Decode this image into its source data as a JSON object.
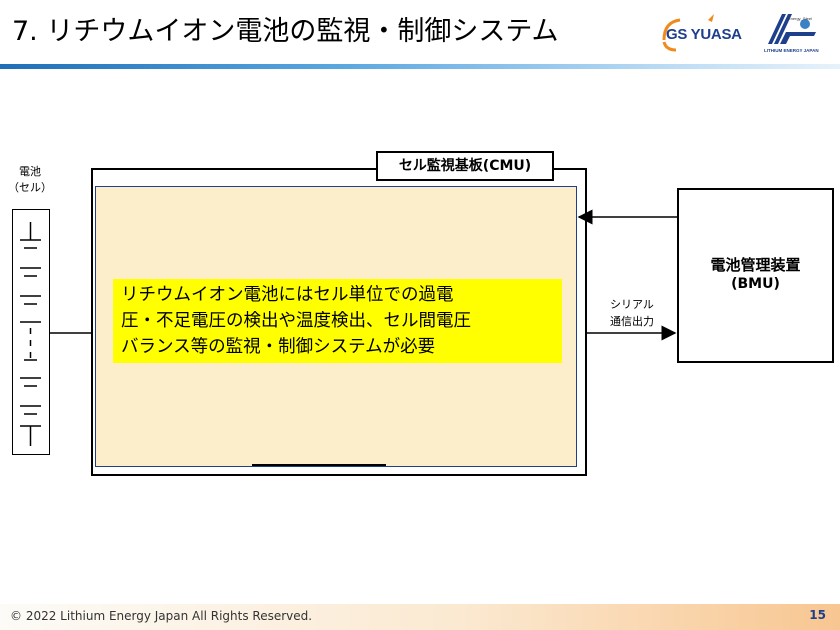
{
  "slide": {
    "title": "7. リチウムイオン電池の監視・制御システム",
    "page_number": "15"
  },
  "logos": {
    "gs_yuasa": "GS YUASA",
    "lej_small": "Energy_Steel",
    "lej_text": "LITHIUM ENERGY JAPAN"
  },
  "diagram": {
    "battery_label_line1": "電池",
    "battery_label_line2": "（セル）",
    "cmu_label": "セル監視基板(CMU)",
    "highlight_text": "リチウムイオン電池にはセル単位での過電\n圧・不足電圧の検出や温度検出、セル間電圧\nバランス等の監視・制御システムが必要",
    "bmu_title": "電池管理装置",
    "bmu_sub": "(BMU)",
    "serial_line1": "シリアル",
    "serial_line2": "通信出力"
  },
  "footer": {
    "copyright": "© 2022 Lithium Energy Japan All Rights Reserved."
  },
  "colors": {
    "title_rule": "#1e6fb8",
    "cmu_fill": "#fdeecb",
    "highlight": "#ffff00",
    "logo_blue": "#1e3f8c",
    "logo_orange": "#f08a1c"
  }
}
